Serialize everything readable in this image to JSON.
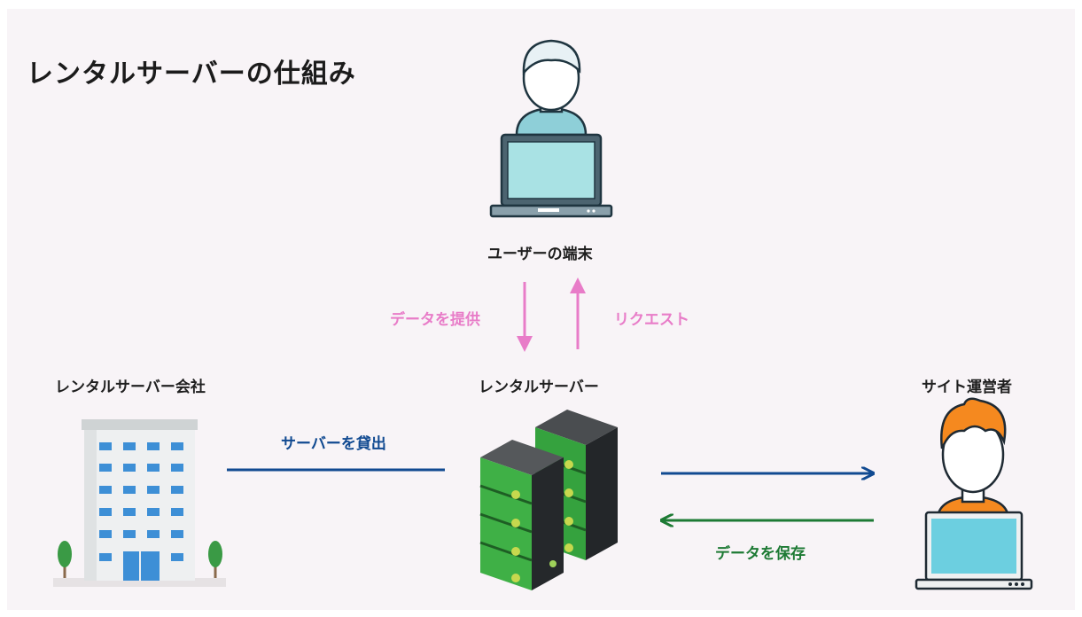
{
  "title": "レンタルサーバーの仕組み",
  "nodes": {
    "user_device": "ユーザーの端末",
    "rental_server": "レンタルサーバー",
    "rental_company": "レンタルサーバー会社",
    "site_operator": "サイト運営者"
  },
  "flows": {
    "provide_data": "データを提供",
    "request": "リクエスト",
    "lend_server": "サーバーを貸出",
    "save_data": "データを保存"
  },
  "colors": {
    "pink": "#e87cc8",
    "blue": "#114a91",
    "green": "#1d7a34",
    "background": "#f8f4f7"
  },
  "icons": [
    "user-laptop-icon",
    "server-rack-icon",
    "office-building-icon",
    "operator-laptop-icon"
  ]
}
